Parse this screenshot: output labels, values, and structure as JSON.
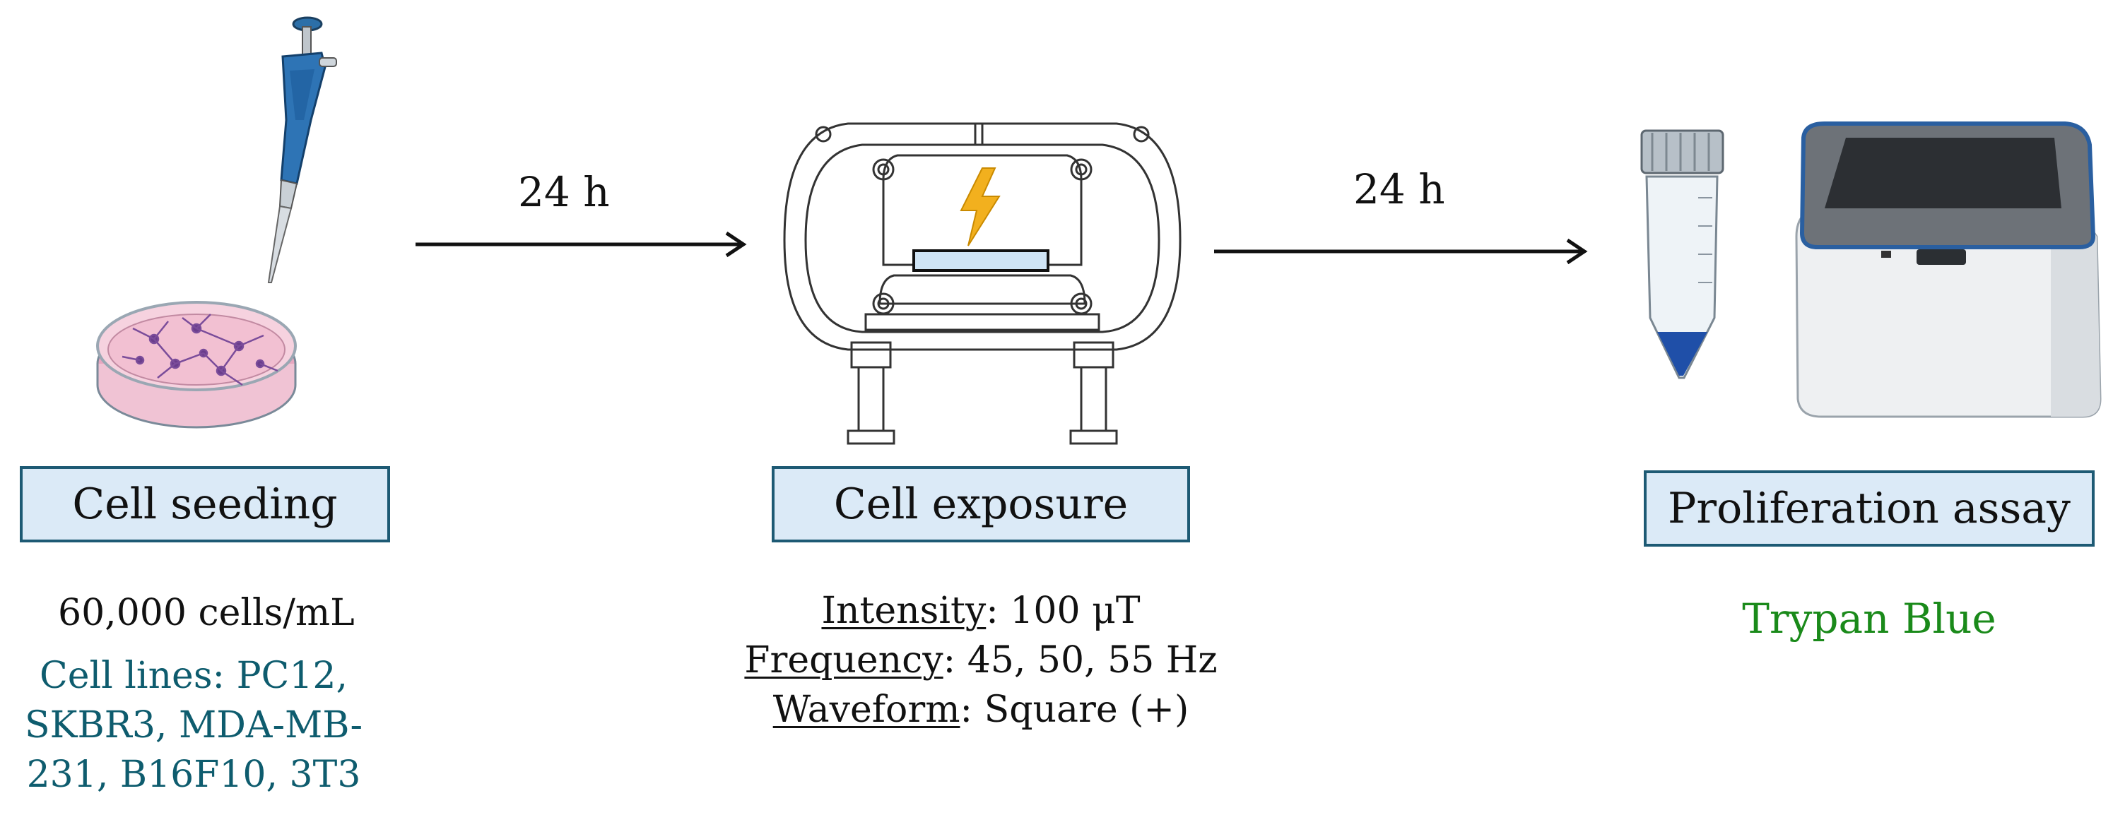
{
  "arrows": {
    "first_label": "24 h",
    "second_label": "24 h"
  },
  "steps": {
    "seeding": {
      "title": "Cell seeding",
      "density": "60,000 cells/mL",
      "lines_label": "Cell lines",
      "lines_line1": ": PC12,",
      "lines_line2": "SKBR3, MDA-MB-",
      "lines_line3": "231, B16F10, 3T3"
    },
    "exposure": {
      "title": "Cell exposure",
      "intensity_label": "Intensity",
      "intensity_value": ": 100 μT",
      "frequency_label": "Frequency",
      "frequency_value": ": 45, 50, 55 Hz",
      "waveform_label": "Waveform",
      "waveform_value": ": Square (+)"
    },
    "assay": {
      "title": "Proliferation assay",
      "method": "Trypan Blue"
    }
  },
  "colors": {
    "box_fill": "#dbeaf7",
    "box_border": "#1d5a74",
    "teal_text": "#0e5c6e",
    "green_text": "#1a8a1a"
  },
  "icons": [
    "pipette-icon",
    "petri-dish-icon",
    "exposure-device-icon",
    "lightning-icon",
    "centrifuge-tube-icon",
    "cell-counter-icon"
  ]
}
